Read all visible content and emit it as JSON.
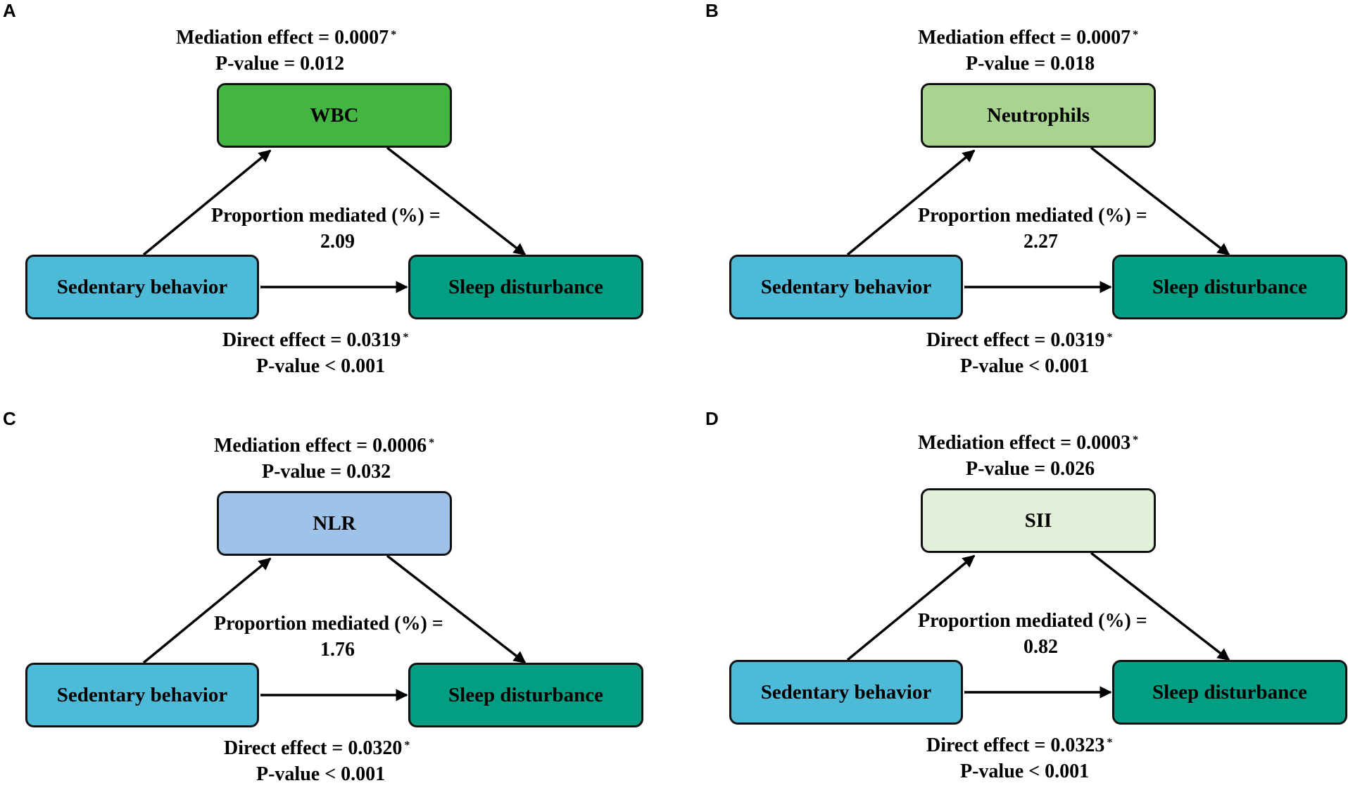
{
  "panels": [
    {
      "letter": "A",
      "mediation": "Mediation effect = 0.0007",
      "mediation_star": "*",
      "mediation_p": "P-value = 0.012",
      "mediator": "WBC",
      "mediator_color": "#43b641",
      "proportion_label": "Proportion mediated (%) =",
      "proportion_value": "2.09",
      "left_node": "Sedentary behavior",
      "right_node": "Sleep disturbance",
      "direct": "Direct effect = 0.0319",
      "direct_star": "*",
      "direct_p": "P-value < 0.001"
    },
    {
      "letter": "B",
      "mediation": "Mediation effect = 0.0007",
      "mediation_star": "*",
      "mediation_p": "P-value = 0.018",
      "mediator": "Neutrophils",
      "mediator_color": "#a9d48f",
      "proportion_label": "Proportion mediated (%) =",
      "proportion_value": "2.27",
      "left_node": "Sedentary behavior",
      "right_node": "Sleep disturbance",
      "direct": "Direct effect = 0.0319",
      "direct_star": "*",
      "direct_p": "P-value < 0.001"
    },
    {
      "letter": "C",
      "mediation": "Mediation effect = 0.0006",
      "mediation_star": "*",
      "mediation_p": "P-value = 0.032",
      "mediator": "NLR",
      "mediator_color": "#9fc3e8",
      "proportion_label": "Proportion mediated (%) =",
      "proportion_value": "1.76",
      "left_node": "Sedentary behavior",
      "right_node": "Sleep disturbance",
      "direct": "Direct effect = 0.0320",
      "direct_star": "*",
      "direct_p": "P-value < 0.001"
    },
    {
      "letter": "D",
      "mediation": "Mediation effect = 0.0003",
      "mediation_star": "*",
      "mediation_p": "P-value = 0.026",
      "mediator": "SII",
      "mediator_color": "#e2efd9",
      "proportion_label": "Proportion mediated (%) =",
      "proportion_value": "0.82",
      "left_node": "Sedentary behavior",
      "right_node": "Sleep disturbance",
      "direct": "Direct effect = 0.0323",
      "direct_star": "*",
      "direct_p": "P-value < 0.001"
    }
  ],
  "colors": {
    "left_node": "#4dbbd8",
    "right_node": "#029e84",
    "border": "#111111"
  }
}
